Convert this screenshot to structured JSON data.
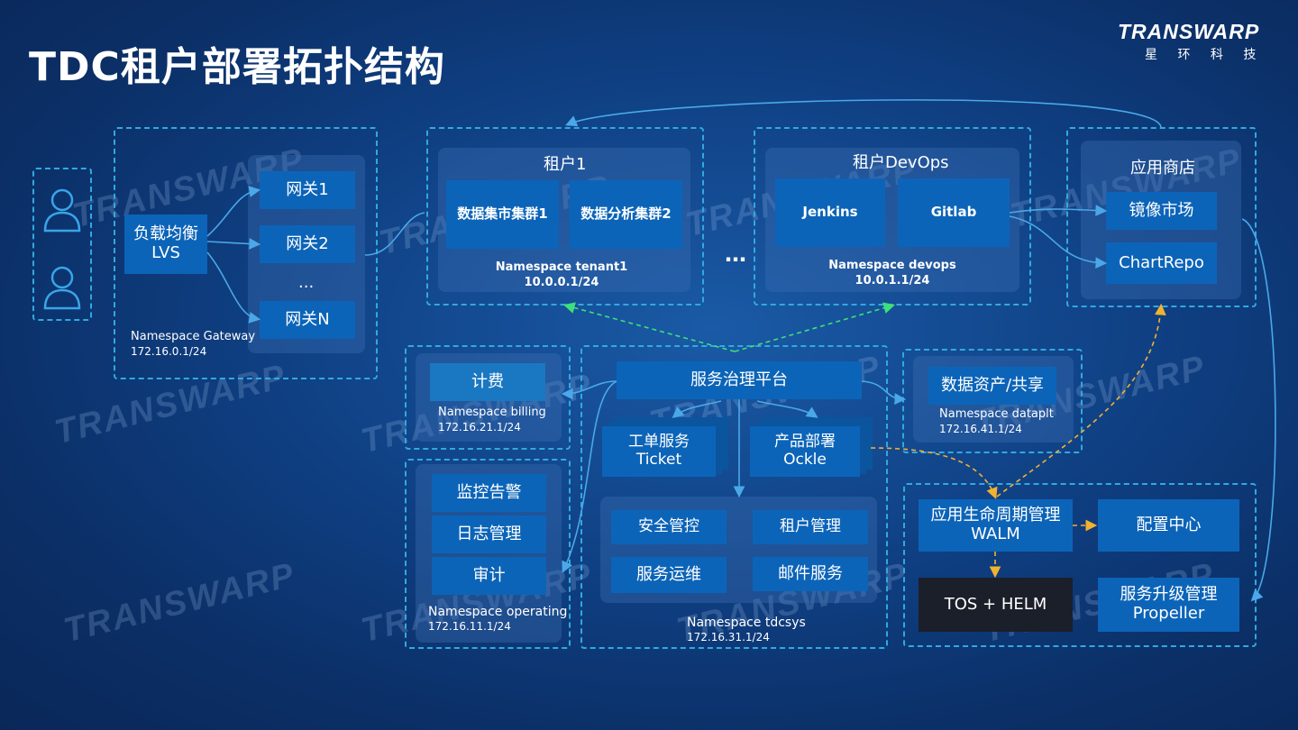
{
  "page": {
    "title": "TDC租户部署拓扑结构"
  },
  "logo": {
    "wordmark": "TRANSWARP",
    "subtitle": "星 环 科 技",
    "watermark": "TRANSWARP"
  },
  "gateway": {
    "lb_line1": "负载均衡",
    "lb_line2": "LVS",
    "gw1": "网关1",
    "gw2": "网关2",
    "ellipsis": "...",
    "gwN": "网关N",
    "ns_name": "Namespace Gateway",
    "ns_cidr": "172.16.0.1/24"
  },
  "tenant1": {
    "title": "租户1",
    "cluster1": "数据集市集群1",
    "cluster2": "数据分析集群2",
    "ns_name": "Namespace tenant1",
    "ns_cidr": "10.0.0.1/24"
  },
  "between_ellipsis": "…",
  "devops": {
    "title": "租户DevOps",
    "jenkins": "Jenkins",
    "gitlab": "Gitlab",
    "ns_name": "Namespace devops",
    "ns_cidr": "10.0.1.1/24"
  },
  "store": {
    "title": "应用商店",
    "mirror": "镜像市场",
    "chartrepo": "ChartRepo"
  },
  "billing": {
    "label": "计费",
    "ns_name": "Namespace billing",
    "ns_cidr": "172.16.21.1/24"
  },
  "operating": {
    "monitor": "监控告警",
    "logs": "日志管理",
    "audit": "审计",
    "ns_name": "Namespace operating",
    "ns_cidr": "172.16.11.1/24"
  },
  "tdcsys": {
    "platform": "服务治理平台",
    "ticket_line1": "工单服务",
    "ticket_line2": "Ticket",
    "ockle_line1": "产品部署",
    "ockle_line2": "Ockle",
    "security": "安全管控",
    "tenant_mgmt": "租户管理",
    "ops": "服务运维",
    "mail": "邮件服务",
    "ns_name": "Namespace tdcsys",
    "ns_cidr": "172.16.31.1/24"
  },
  "dataplt": {
    "label": "数据资产/共享",
    "ns_name": "Namespace dataplt",
    "ns_cidr": "172.16.41.1/24"
  },
  "lifecycle": {
    "walm_line1": "应用生命周期管理",
    "walm_line2": "WALM",
    "config": "配置中心",
    "tos": "TOS + HELM",
    "propeller_line1": "服务升级管理",
    "propeller_line2": "Propeller"
  },
  "colors": {
    "background": "#0f3f82",
    "block": "#0c64b8",
    "dashed_border": "#31a9e0",
    "green_arrow": "#3ee07a",
    "yellow_arrow": "#f2b230",
    "dark_block": "#1b1f2a"
  }
}
